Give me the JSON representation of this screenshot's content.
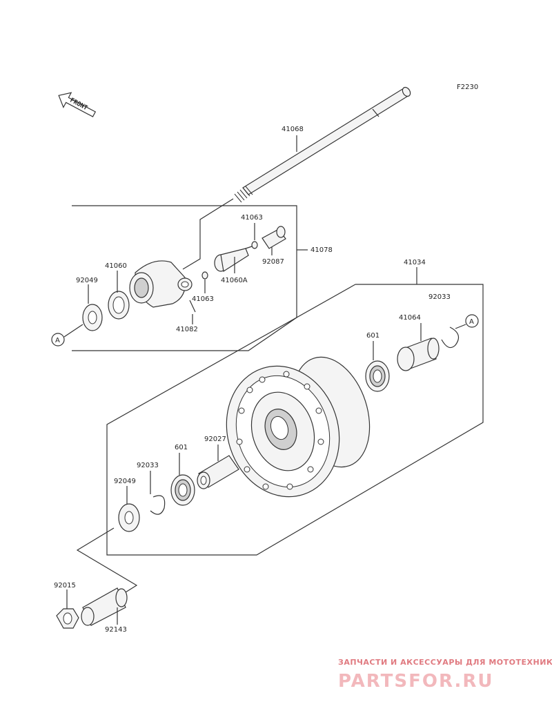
{
  "diagram_code": "F2230",
  "front_label": "FRONT",
  "callout_ref": "A",
  "parts": {
    "p41068": "41068",
    "p41063_top": "41063",
    "p41078": "41078",
    "p92087": "92087",
    "p41060": "41060",
    "p92049_top": "92049",
    "p41060A": "41060A",
    "p41063_mid": "41063",
    "p41082": "41082",
    "p41034": "41034",
    "p92033_right": "92033",
    "p41064": "41064",
    "p601_right": "601",
    "p92027": "92027",
    "p601_left": "601",
    "p92033_left": "92033",
    "p92049_bottom": "92049",
    "p92015": "92015",
    "p92143": "92143"
  },
  "watermark": {
    "top_text": "ЗАПЧАСТИ И АКСЕССУАРЫ ДЛЯ МОТОТЕХНИКИ",
    "brand_text": "PARTSFOR.RU"
  }
}
